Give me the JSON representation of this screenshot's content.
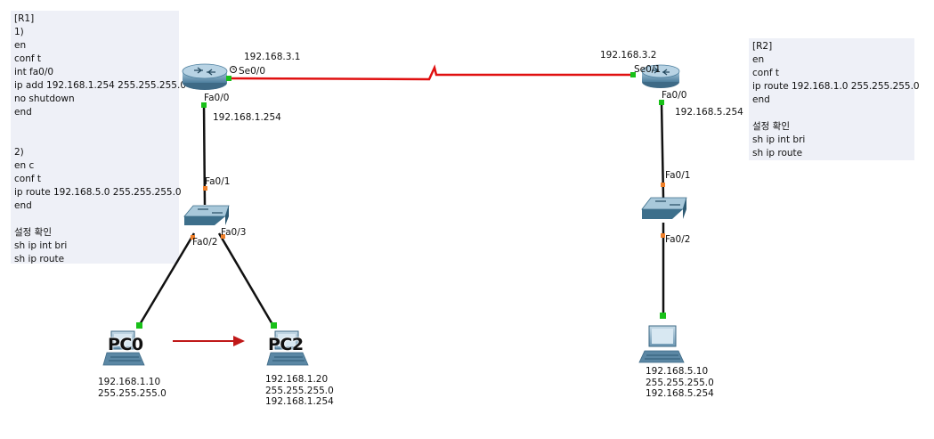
{
  "r1_note": {
    "lines": [
      "[R1]",
      "1)",
      "en",
      "conf t",
      "int fa0/0",
      "ip add 192.168.1.254 255.255.255.0",
      "no shutdown",
      "end",
      "",
      "",
      "2)",
      "en c",
      "conf t",
      "ip route 192.168.5.0 255.255.255.0",
      "end",
      "",
      "설정 확인",
      "sh ip int bri",
      "sh ip route"
    ]
  },
  "r2_note": {
    "lines": [
      "[R2]",
      "en",
      "conf t",
      "ip route 192.168.1.0 255.255.255.0",
      "end",
      "",
      "설정 확인",
      "sh ip int bri",
      "sh ip route"
    ]
  },
  "labels": {
    "r1_se_ip": "192.168.3.1",
    "r1_se_if": "Se0/0",
    "r1_fa_if": "Fa0/0",
    "r1_fa_ip": "192.168.1.254",
    "sw1_fa01": "Fa0/1",
    "sw1_fa02": "Fa0/2",
    "sw1_fa03": "Fa0/3",
    "r2_se_ip": "192.168.3.2",
    "r2_se_if": "Se0/1",
    "r2_fa_if": "Fa0/0",
    "r2_fa_ip": "192.168.5.254",
    "sw2_fa01": "Fa0/1",
    "sw2_fa02": "Fa0/2"
  },
  "pcs": {
    "pc0": {
      "name": "PC0",
      "lines": [
        "192.168.1.10",
        "255.255.255.0"
      ]
    },
    "pc2": {
      "name": "PC2",
      "lines": [
        "192.168.1.20",
        "255.255.255.0",
        "192.168.1.254"
      ]
    },
    "pc_r2": {
      "lines": [
        "192.168.5.10",
        "255.255.255.0",
        "192.168.5.254"
      ]
    }
  },
  "colors": {
    "serial_link": "#e01010",
    "ethernet_link": "#111111",
    "port_up": "#18c018",
    "port_orange": "#f0802a",
    "arrow": "#c01818",
    "note_bg": "#eef0f7"
  }
}
